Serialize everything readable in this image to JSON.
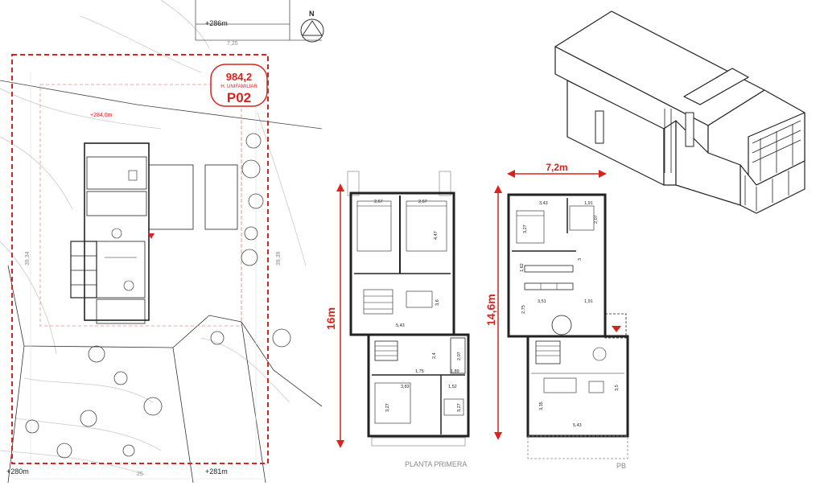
{
  "site": {
    "top_level": "+286m",
    "width_top": "7,25",
    "mid_level": "+284,0m",
    "left_dim": "39,34",
    "right_dim": "39,39",
    "bottom_left_level": "+280m",
    "bottom_right_level": "+281m",
    "bottom_dim": "25",
    "north": "N"
  },
  "badge": {
    "area": "984,2",
    "type": "H. UNIFAMILIAR",
    "code": "P02"
  },
  "first_floor": {
    "title": "PLANTA PRIMERA",
    "height_dim": "16m",
    "dims": {
      "d1": "2,67",
      "d2": "2,67",
      "d3": "4,47",
      "d4": "3,6",
      "d5": "5,43",
      "d6": "2,4",
      "d7": "2,07",
      "d8": "1,75",
      "d9": "1,89",
      "d10": "3,83",
      "d11": "1,52",
      "d12": "3,27",
      "d13": "3,27"
    }
  },
  "ground_floor": {
    "title": "PB",
    "width_dim": "7,2m",
    "height_dim": "14,6m",
    "dims": {
      "d1": "3,43",
      "d2": "1,91",
      "d3": "3,27",
      "d4": "2,07",
      "d5": "3",
      "d6": "1,62",
      "d7": "3,51",
      "d8": "1,91",
      "d9": "2,75",
      "d10": "3,5",
      "d11": "3,35",
      "d12": "5,43"
    }
  }
}
